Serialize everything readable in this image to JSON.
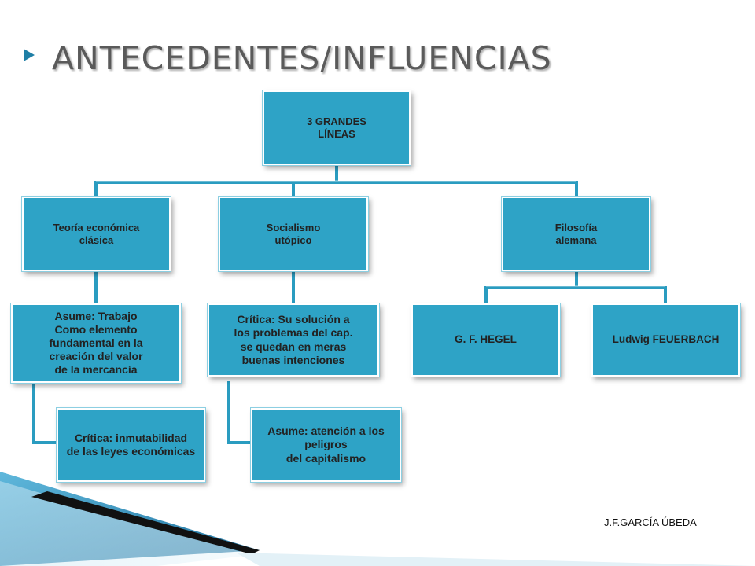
{
  "slide": {
    "title": "ANTECEDENTES/INFLUENCIAS",
    "credit": "J.F.GARCÍA ÚBEDA"
  },
  "diagram": {
    "root": "3 GRANDES\nLÍNEAS",
    "branches": {
      "teoria": "Teoría económica\nclásica",
      "socialismo": "Socialismo\nutópico",
      "filosofia": "Filosofía\nalemana"
    },
    "teoria_children": {
      "asume": "Asume: Trabajo\nComo elemento\nfundamental en la\ncreación del valor\nde la mercancía",
      "critica": "Crítica: inmutabilidad\nde las leyes económicas"
    },
    "socialismo_children": {
      "critica": "Crítica: Su solución a\nlos problemas del cap.\nse quedan en meras\nbuenas intenciones",
      "asume": "Asume: atención a los\npeligros\ndel capitalismo"
    },
    "filosofia_children": {
      "hegel": "G. F. HEGEL",
      "feuerbach": "Ludwig FEUERBACH"
    }
  },
  "colors": {
    "node_fill": "#2ea3c6",
    "connector": "#2a9cc0",
    "title": "#5a5a5a"
  }
}
